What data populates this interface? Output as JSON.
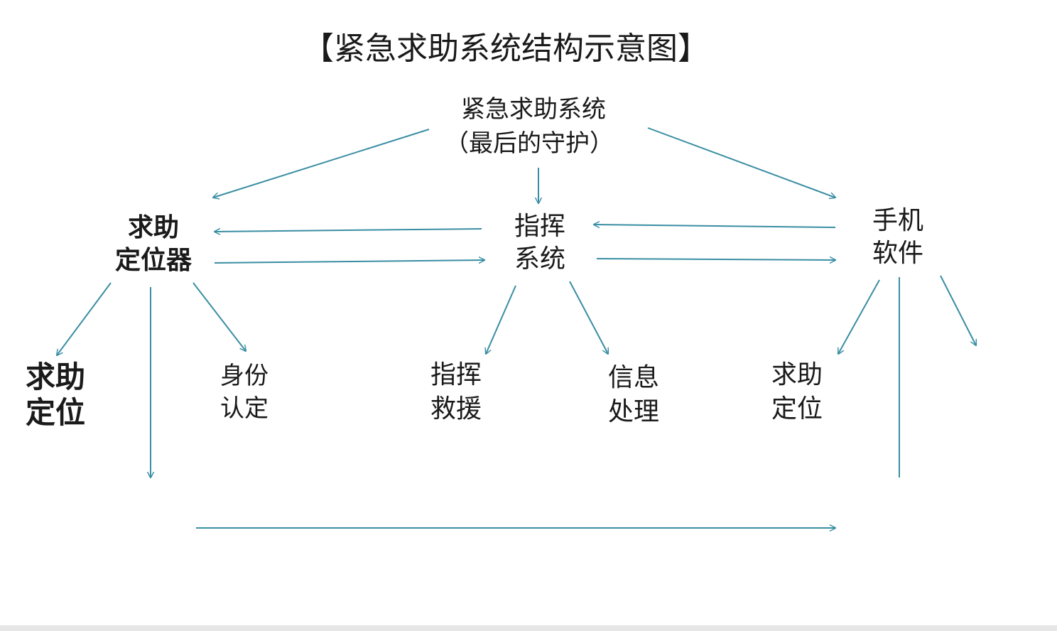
{
  "title": "【紧急求助系统结构示意图】",
  "root": {
    "line1": "紧急求助系统",
    "line2": "（最后的守护）"
  },
  "nodes": {
    "sos_locator": [
      "求助",
      "定位器"
    ],
    "command_system": [
      "指挥",
      "系统"
    ],
    "phone_software": [
      "手机",
      "软件"
    ],
    "sos_positioning": [
      "求助",
      "定位"
    ],
    "identity": [
      "身份",
      "认定"
    ],
    "command_rescue": [
      "指挥",
      "救援"
    ],
    "info_processing": [
      "信息",
      "处理"
    ],
    "phone_positioning": [
      "求助",
      "定位"
    ]
  },
  "colors": {
    "arrow": "#3a8ea3",
    "text": "#1a1a1a",
    "background": "#ffffff"
  }
}
